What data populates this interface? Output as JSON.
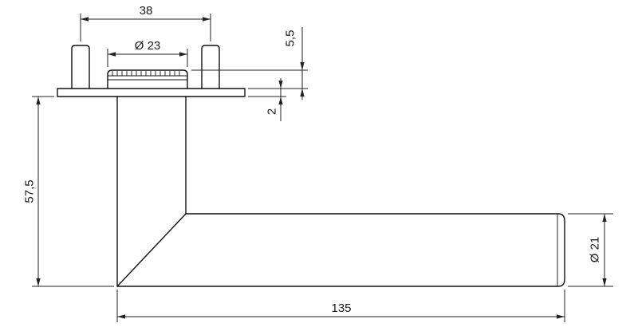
{
  "page": {
    "background_color": "#ffffff",
    "line_color": "#1a1a1a"
  },
  "drawing": {
    "kind": "technical-dimension-drawing",
    "subject": "door-lever-handle-with-rosette-side-view",
    "dimensions": {
      "post_spacing": "38",
      "collar_diameter": "Ø 23",
      "collar_height": "5,5",
      "plate_thickness": "2",
      "handle_drop": "57,5",
      "lever_length": "135",
      "lever_diameter": "Ø 21"
    }
  }
}
